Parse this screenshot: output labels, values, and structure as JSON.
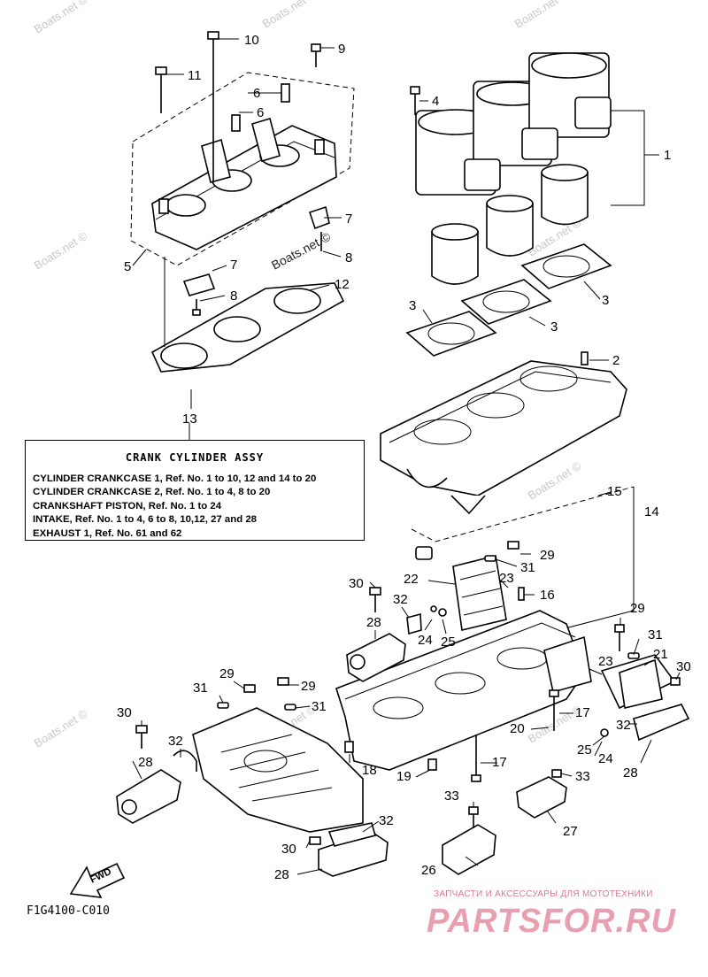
{
  "diagram": {
    "callouts": [
      "1",
      "2",
      "3",
      "3",
      "3",
      "4",
      "5",
      "6",
      "6",
      "7",
      "7",
      "8",
      "8",
      "9",
      "10",
      "11",
      "12",
      "13",
      "14",
      "15",
      "16",
      "17",
      "17",
      "18",
      "19",
      "20",
      "21",
      "22",
      "23",
      "23",
      "24",
      "24",
      "25",
      "25",
      "26",
      "27",
      "28",
      "28",
      "28",
      "28",
      "29",
      "29",
      "29",
      "29",
      "30",
      "30",
      "30",
      "30",
      "31",
      "31",
      "31",
      "31",
      "32",
      "32",
      "32",
      "32",
      "33",
      "33"
    ],
    "fwd_label": "FWD"
  },
  "assy_box": {
    "title": "CRANK  CYLINDER  ASSY",
    "lines": [
      "CYLINDER CRANKCASE 1, Ref. No. 1 to 10, 12 and 14 to 20",
      "CYLINDER CRANKCASE 2, Ref. No. 1 to 4, 8 to 20",
      "CRANKSHAFT PISTON,  Ref. No. 1 to 24",
      "INTAKE, Ref. No. 1 to 4, 6 to 8, 10,12, 27 and 28",
      "EXHAUST 1, Ref. No. 61 and 62"
    ]
  },
  "footer": {
    "diagram_code": "F1G4100-C010"
  },
  "watermarks": {
    "site": "Boats.net ©",
    "brand_tagline": "ЗАПЧАСТИ И АКСЕССУАРЫ ДЛЯ МОТОТЕХНИКИ",
    "brand_logo": "PARTSFOR.RU"
  }
}
